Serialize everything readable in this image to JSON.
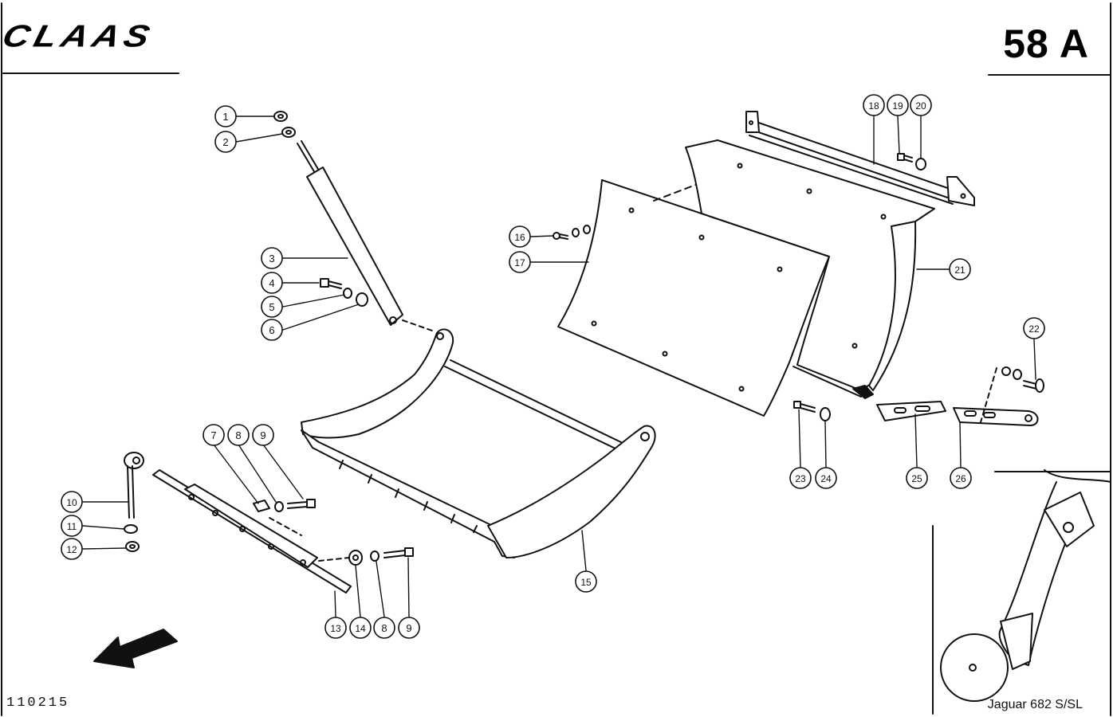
{
  "header": {
    "brand": "CLAAS",
    "page_number": "58 A"
  },
  "footer": {
    "drawing_number": "110215",
    "model": "Jaguar 682 S/SL"
  },
  "callouts": [
    "1",
    "2",
    "3",
    "4",
    "5",
    "6",
    "7",
    "8",
    "9",
    "10",
    "11",
    "12",
    "13",
    "14",
    "8",
    "9",
    "15",
    "16",
    "17",
    "18",
    "19",
    "20",
    "21",
    "22",
    "23",
    "24",
    "25",
    "26"
  ]
}
